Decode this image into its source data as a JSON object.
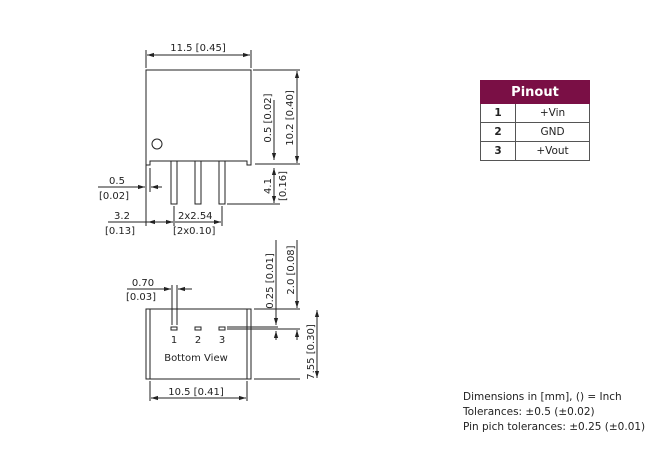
{
  "side_view": {
    "width_dim": "11.5 [0.45]",
    "height_dim": "10.2 [0.40]",
    "standoff_dim": "0.5 [0.02]",
    "pin_length_mm": "4.1",
    "pin_length_in": "[0.16]",
    "pin_width_mm": "0.5",
    "pin_width_in": "[0.02]",
    "pin1_offset_mm": "3.2",
    "pin1_offset_in": "[0.13]",
    "pitch_mm": "2x2.54",
    "pitch_in": "[2x0.10]"
  },
  "bottom_view": {
    "pin_thickness_mm": "0.70",
    "pin_thickness_in": "[0.03]",
    "pin_offset_dim": "0.25 [0.01]",
    "row_dim": "2.0 [0.08]",
    "depth_dim": "7.55 [0.30]",
    "width_dim": "10.5 [0.41]",
    "pin_labels": [
      "1",
      "2",
      "3"
    ],
    "label": "Bottom View"
  },
  "pinout": {
    "title": "Pinout",
    "header_color": "#7a0f45",
    "rows": [
      {
        "pin": "1",
        "function": "+Vin"
      },
      {
        "pin": "2",
        "function": "GND"
      },
      {
        "pin": "3",
        "function": "+Vout"
      }
    ]
  },
  "notes": [
    "Dimensions in [mm], () = Inch",
    "Tolerances: ±0.5 (±0.02)",
    "Pin pich tolerances: ±0.25 (±0.01)"
  ]
}
